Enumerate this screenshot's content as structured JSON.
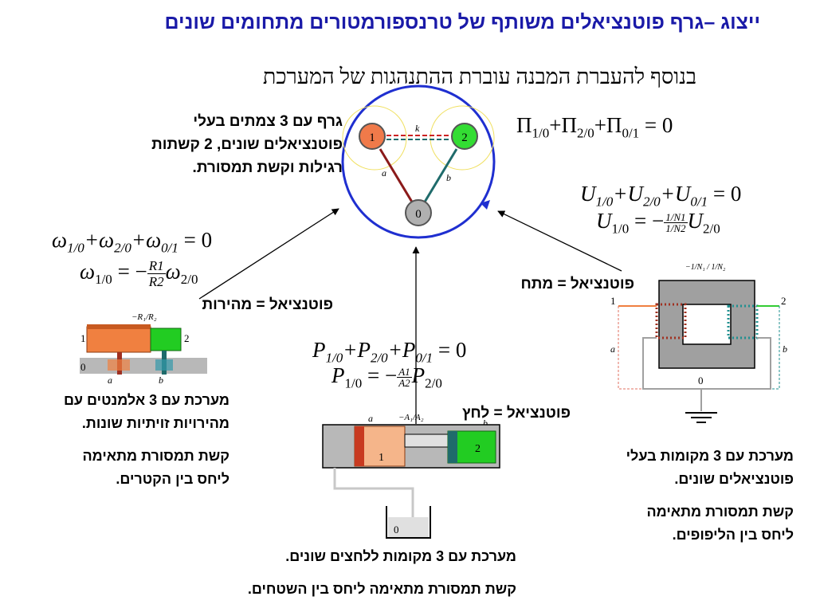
{
  "title": "ייצוג –גרף פוטנציאלים משותף של טרנספורמטורים מתחומים שונים",
  "subtitle": "בנוסף להעברת המבנה עוברת ההתנהגות של המערכת",
  "graph_desc": {
    "line1": "גרף עם 3 צמתים בעלי",
    "line2": "פוטנציאלים שונים, 2 קשתות",
    "line3": "רגילות וקשת תמסורת."
  },
  "graph": {
    "node_1": "1",
    "node_2": "2",
    "node_0": "0",
    "edge_k": "k",
    "edge_a": "a",
    "edge_b": "b"
  },
  "equations": {
    "pi_sum": {
      "t1": "Π",
      "s1": "1/0",
      "t2": "+Π",
      "s2": "2/0",
      "t3": "+Π",
      "s3": "0/1",
      "t4": "= 0"
    },
    "u_sum": {
      "t1": "U",
      "s1": "1/0",
      "t2": "+U",
      "s2": "2/0",
      "t3": "+U",
      "s3": "0/1",
      "t4": "= 0"
    },
    "u_rel": {
      "lhs": "U",
      "lhs_sub": "1/0",
      "eq": "= −",
      "num": "1/N1",
      "den": "1/N2",
      "rhs": "U",
      "rhs_sub": "2/0"
    },
    "w_sum": {
      "t1": "ω",
      "s1": "1/0",
      "t2": "+ω",
      "s2": "2/0",
      "t3": "+ω",
      "s3": "0/1",
      "t4": "= 0"
    },
    "w_rel": {
      "lhs": "ω",
      "lhs_sub": "1/0",
      "eq": "= −",
      "num": "R1",
      "den": "R2",
      "rhs": "ω",
      "rhs_sub": "2/0"
    },
    "p_sum": {
      "t1": "P",
      "s1": "1/0",
      "t2": "+P",
      "s2": "2/0",
      "t3": "+P",
      "s3": "0/1",
      "t4": "= 0"
    },
    "p_rel": {
      "lhs": "P",
      "lhs_sub": "1/0",
      "eq": "= −",
      "num": "A1",
      "den": "A2",
      "rhs": "P",
      "rhs_sub": "2/0"
    }
  },
  "labels": {
    "voltage": "פוטנציאל = מתח",
    "velocity": "פוטנציאל = מהירות",
    "pressure": "פוטנציאל = לחץ"
  },
  "gear": {
    "ratio": "−R₁/R₂",
    "n1": "1",
    "n2": "2",
    "n0": "0",
    "a": "a",
    "b": "b"
  },
  "gear_desc": {
    "p1l1": "מערכת עם 3 אלמנטים עם",
    "p1l2": "מהירויות זויתיות שונות.",
    "p2l1": "קשת תמסורת מתאימה",
    "p2l2": "ליחס בין הקטרים."
  },
  "hydraulic": {
    "ratio": "−A₁/A₂",
    "n1": "1",
    "n2": "2",
    "n0": "0",
    "a": "a",
    "b": "b"
  },
  "hydraulic_desc": {
    "line1": "מערכת עם 3 מקומות ללחצים שונים.",
    "line2": "קשת תמסורת מתאימה ליחס בין השטחים."
  },
  "transformer": {
    "ratio": "−1/N₁ / 1/N₂",
    "n1": "1",
    "n2": "2",
    "n0": "0",
    "a": "a",
    "b": "b"
  },
  "transformer_desc": {
    "p1l1": "מערכת עם 3 מקומות בעלי",
    "p1l2": "פוטנציאלים שונים.",
    "p2l1": "קשת תמסורת מתאימה",
    "p2l2": "ליחס בין הליפופים."
  },
  "colors": {
    "title": "#1a1aa8",
    "circle": "#1f2fd0",
    "node1": "#f07a4a",
    "node2": "#33dd33",
    "node0": "#b0b0b0",
    "edge_a": "#8b1a1a",
    "edge_b": "#1f6b6b",
    "gear_orange": "#f08040",
    "gear_green": "#22cc22",
    "copper": "#a03020",
    "teal": "#209090"
  }
}
